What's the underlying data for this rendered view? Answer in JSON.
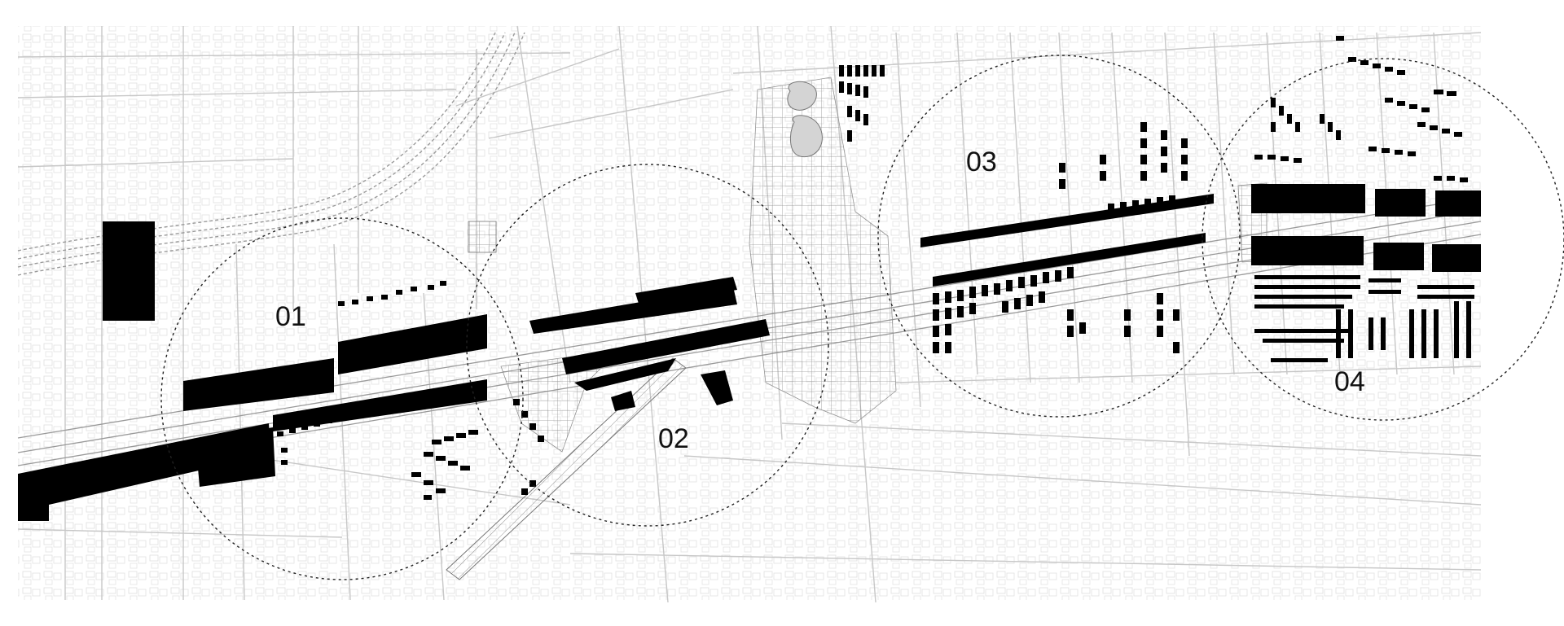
{
  "map": {
    "zones": [
      {
        "id": "zone-01",
        "label": "01"
      },
      {
        "id": "zone-02",
        "label": "02"
      },
      {
        "id": "zone-03",
        "label": "03"
      },
      {
        "id": "zone-04",
        "label": "04"
      }
    ],
    "colors": {
      "background": "#ffffff",
      "street_line": "#c9c9c9",
      "parcel_line": "#d6d6d6",
      "building_fill": "#000000",
      "corridor_line": "#9a9a9a",
      "zone_circle": "#222222",
      "park_hatch": "#8a8a8a"
    }
  }
}
